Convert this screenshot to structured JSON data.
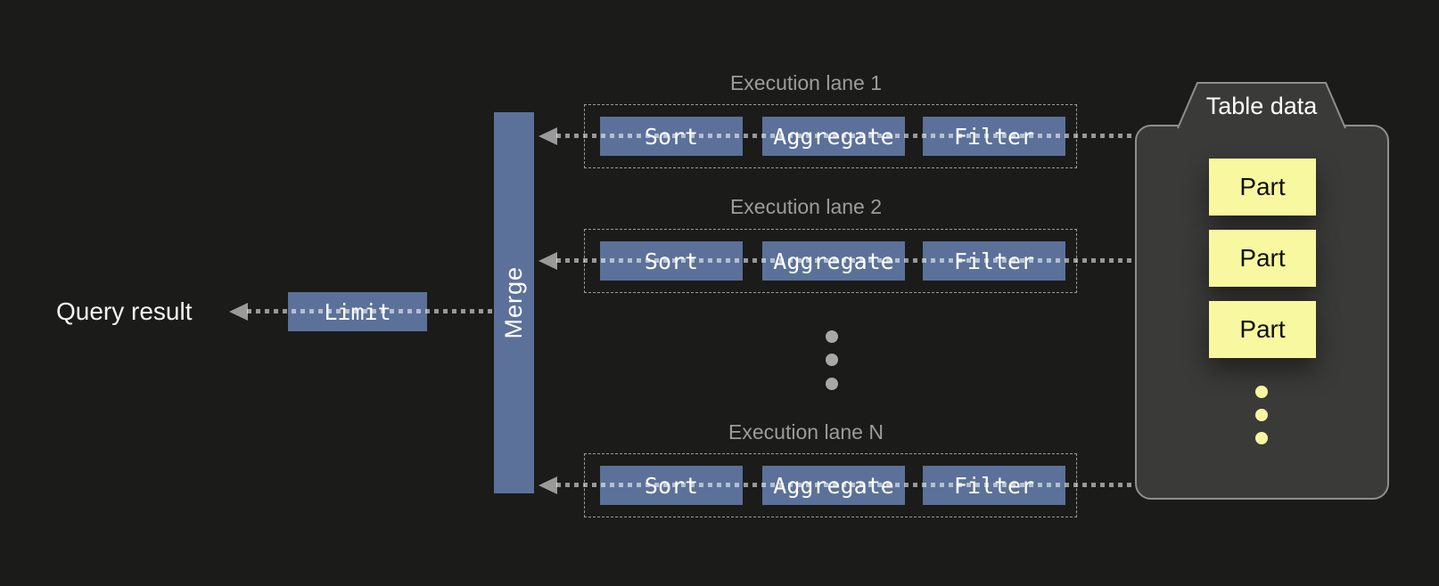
{
  "diagram": {
    "query_result_label": "Query result",
    "limit_label": "Limit",
    "merge_label": "Merge",
    "lanes": [
      {
        "label": "Execution lane 1",
        "ops": [
          "Sort",
          "Aggregate",
          "Filter"
        ]
      },
      {
        "label": "Execution lane 2",
        "ops": [
          "Sort",
          "Aggregate",
          "Filter"
        ]
      },
      {
        "label": "Execution lane N",
        "ops": [
          "Sort",
          "Aggregate",
          "Filter"
        ]
      }
    ],
    "lane_ellipsis": "more lanes",
    "table": {
      "title": "Table data",
      "parts": [
        "Part",
        "Part",
        "Part"
      ],
      "parts_ellipsis": "more parts"
    },
    "colors": {
      "background": "#1b1b1a",
      "operator_blue": "#5b7199",
      "part_yellow": "#f8f8a0",
      "container_gray": "#3a3a39",
      "container_border": "#8f8f8f",
      "label_gray": "#9c9c9c",
      "arrow_gray": "#9a9a9a",
      "text_white": "#ffffff"
    }
  }
}
